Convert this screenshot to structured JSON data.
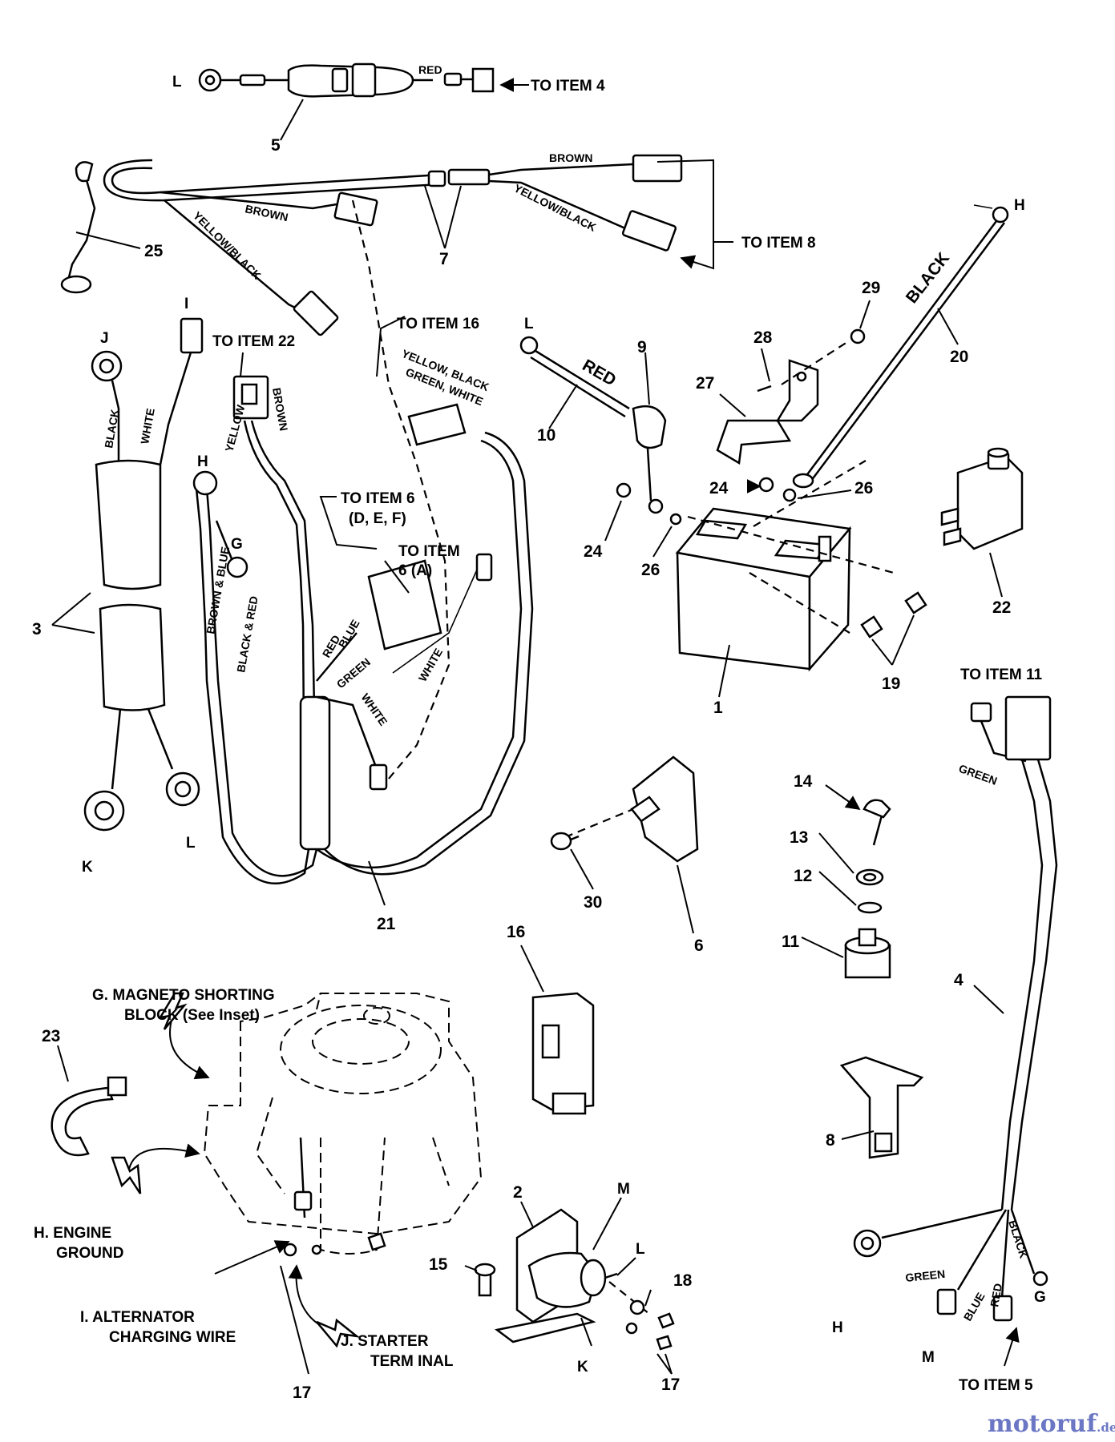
{
  "callouts": {
    "n1": "1",
    "n2": "2",
    "n3": "3",
    "n4": "4",
    "n5": "5",
    "n6": "6",
    "n7": "7",
    "n8": "8",
    "n9": "9",
    "n10": "10",
    "n11": "11",
    "n12": "12",
    "n13": "13",
    "n14": "14",
    "n15": "15",
    "n16": "16",
    "n17": "17",
    "n18": "18",
    "n19": "19",
    "n20": "20",
    "n21": "21",
    "n22": "22",
    "n23": "23",
    "n24": "24",
    "n25": "25",
    "n26": "26",
    "n27": "27",
    "n28": "28",
    "n29": "29",
    "n30": "30"
  },
  "letters": {
    "g": "G",
    "h": "H",
    "i": "I",
    "j": "J",
    "k": "K",
    "l": "L",
    "m": "M"
  },
  "wires": {
    "red": "RED",
    "brown": "BROWN",
    "yellow_black": "YELLOW/BLACK",
    "black": "BLACK",
    "white": "WHITE",
    "yellow": "YELLOW",
    "green": "GREEN",
    "blue": "BLUE",
    "brown_blue": "BROWN & BLUE",
    "black_red": "BLACK & RED",
    "ybgw_1": "YELLOW, BLACK",
    "ybgw_2": "GREEN, WHITE"
  },
  "refs": {
    "to_item_4": "TO ITEM 4",
    "to_item_8": "TO ITEM 8",
    "to_item_16": "TO ITEM 16",
    "to_item_22": "TO ITEM 22",
    "to_item_6_def": "TO ITEM 6",
    "to_item_6_def_sub": "(D, E, F)",
    "to_item_6a": "TO ITEM",
    "to_item_6a_sub": "6 (A)",
    "to_item_11": "TO ITEM 11",
    "to_item_5": "TO ITEM 5"
  },
  "notes": {
    "g_line1": "G.  MAGNETO SHORTING",
    "g_line2": "BLOCK (See Inset)",
    "h_line1": "H.  ENGINE",
    "h_line2": "GROUND",
    "i_line1": "I.  ALTERNATOR",
    "i_line2": "CHARGING WIRE",
    "j_line1": "J.  STARTER",
    "j_line2": "TERM INAL"
  },
  "watermark": {
    "text": "motoruf",
    "suffix": ".de"
  }
}
